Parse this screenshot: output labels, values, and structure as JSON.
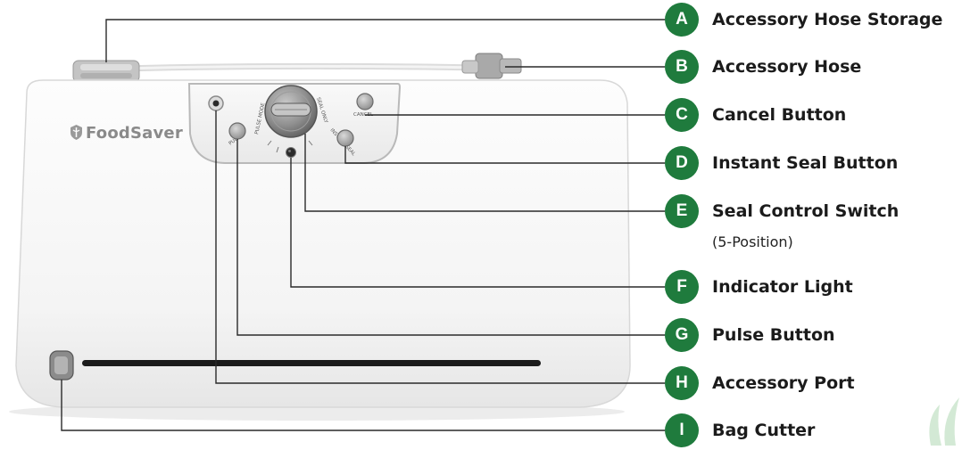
{
  "device": {
    "brand": "FoodSaver",
    "dial_marks": {
      "pulse_mode": "PULSE MODE",
      "seal_only": "SEAL ONLY",
      "cancel": "CANCEL",
      "instant_seal": "INSTANT SEAL",
      "pulse": "PULSE"
    }
  },
  "callouts": [
    {
      "letter": "A",
      "label": "Accessory Hose Storage"
    },
    {
      "letter": "B",
      "label": "Accessory Hose"
    },
    {
      "letter": "C",
      "label": "Cancel Button"
    },
    {
      "letter": "D",
      "label": "Instant Seal Button"
    },
    {
      "letter": "E",
      "label": "Seal Control Switch",
      "sublabel": "(5-Position)"
    },
    {
      "letter": "F",
      "label": "Indicator Light"
    },
    {
      "letter": "G",
      "label": "Pulse Button"
    },
    {
      "letter": "H",
      "label": "Accessory Port"
    },
    {
      "letter": "I",
      "label": "Bag Cutter"
    }
  ],
  "colors": {
    "badge": "#1f7b3d",
    "leader_line": "#2a2a2a",
    "body": "#f6f6f6",
    "outline": "#d4d4d4",
    "accent_decoration": "#cfe7d1"
  }
}
